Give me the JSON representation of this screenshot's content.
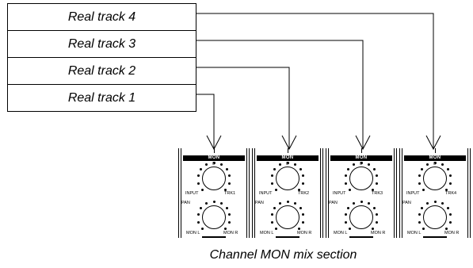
{
  "tracks": [
    {
      "label": "Real track 4"
    },
    {
      "label": "Real track 3"
    },
    {
      "label": "Real track 2"
    },
    {
      "label": "Real track 1"
    }
  ],
  "mixer": {
    "header": "MON",
    "zero_mark": "0",
    "input_label": "INPUT",
    "pan_label": "PAN",
    "mon_l_label": "MON L",
    "mon_r_label": "MON R",
    "strips": [
      {
        "trk_label": "TRK1"
      },
      {
        "trk_label": "TRK2"
      },
      {
        "trk_label": "TRK3"
      },
      {
        "trk_label": "TRK4"
      }
    ]
  },
  "caption": "Channel MON mix section"
}
